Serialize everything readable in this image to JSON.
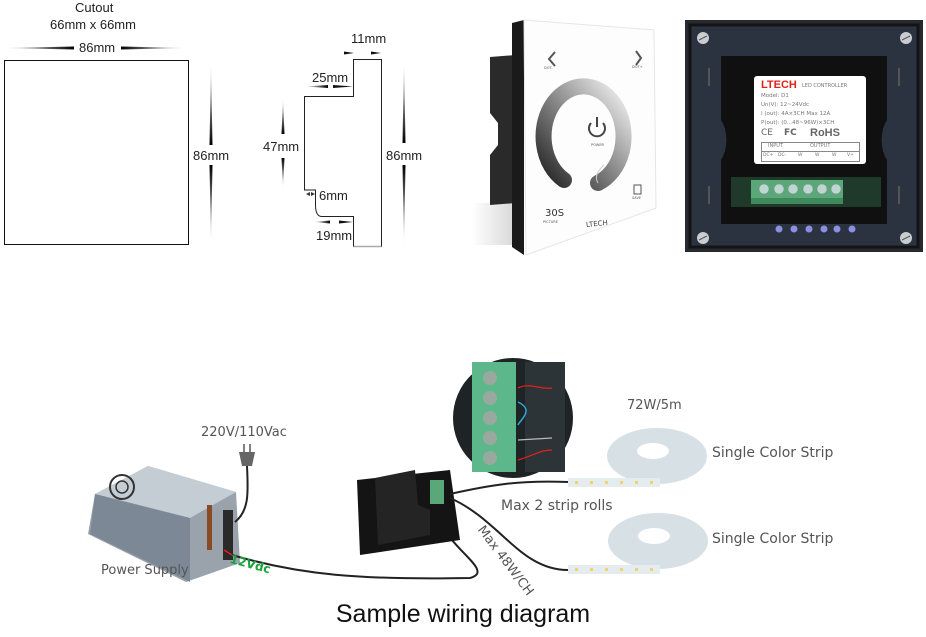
{
  "dimensions": {
    "cutout_title": "Cutout",
    "cutout_size": "66mm x 66mm",
    "front_width": "86mm",
    "front_height": "86mm",
    "side_top_depth": "11mm",
    "side_step_depth": "25mm",
    "side_body_height": "47mm",
    "side_total_height": "86mm",
    "side_radius": "6mm",
    "side_bottom_depth": "19mm"
  },
  "front_panel": {
    "brand": "LTECH",
    "left_label": "DOT-",
    "right_label": "DOT+",
    "center_label": "POWER",
    "timer_label": "30S",
    "timer_sub": "PICTURE",
    "save_label": "SAVE"
  },
  "back_panel": {
    "brand": "LTECH",
    "product_type": "LED CONTROLLER",
    "model": "Model:  D1",
    "voltage": "Un(V):  12~24Vdc",
    "current": "I (out):  4A×3CH    Max 12A",
    "power": "P(out):  (0...48~96W)×3CH",
    "certs": [
      "CE",
      "FC",
      "RoHS"
    ],
    "input_header": "INPUT",
    "output_header": "OUTPUT",
    "terminals": [
      "DC+",
      "DC-",
      "W",
      "W",
      "W",
      "V+"
    ]
  },
  "wiring": {
    "mains_label": "220V/110Vac",
    "psu_label": "Power Supply",
    "dc_label": "12Vdc",
    "dc_color": "#1aa33c",
    "strip_power": "72W/5m",
    "strip1_label": "Single Color Strip",
    "strip2_label": "Single Color Strip",
    "max_rolls": "Max 2 strip rolls",
    "max_power": "Max 48W/CH",
    "brand_color": "#e32119"
  },
  "caption": "Sample wiring diagram"
}
